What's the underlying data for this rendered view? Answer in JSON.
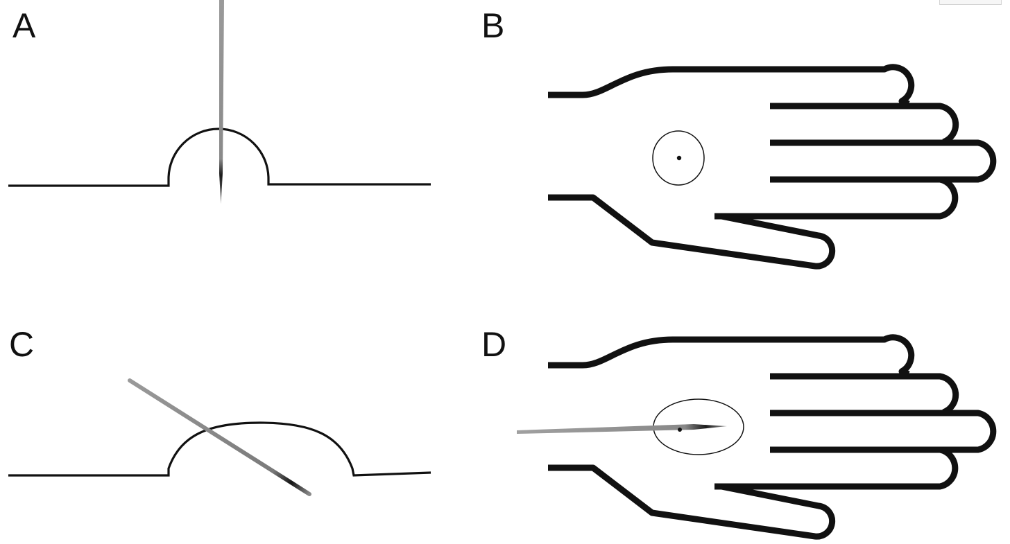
{
  "panels": {
    "a": {
      "label": "A"
    },
    "b": {
      "label": "B"
    },
    "c": {
      "label": "C"
    },
    "d": {
      "label": "D"
    }
  },
  "colors": {
    "ink": "#111111",
    "needle_shaft": "#9a9a9a",
    "needle_tip": "#222222",
    "background": "#ffffff"
  }
}
